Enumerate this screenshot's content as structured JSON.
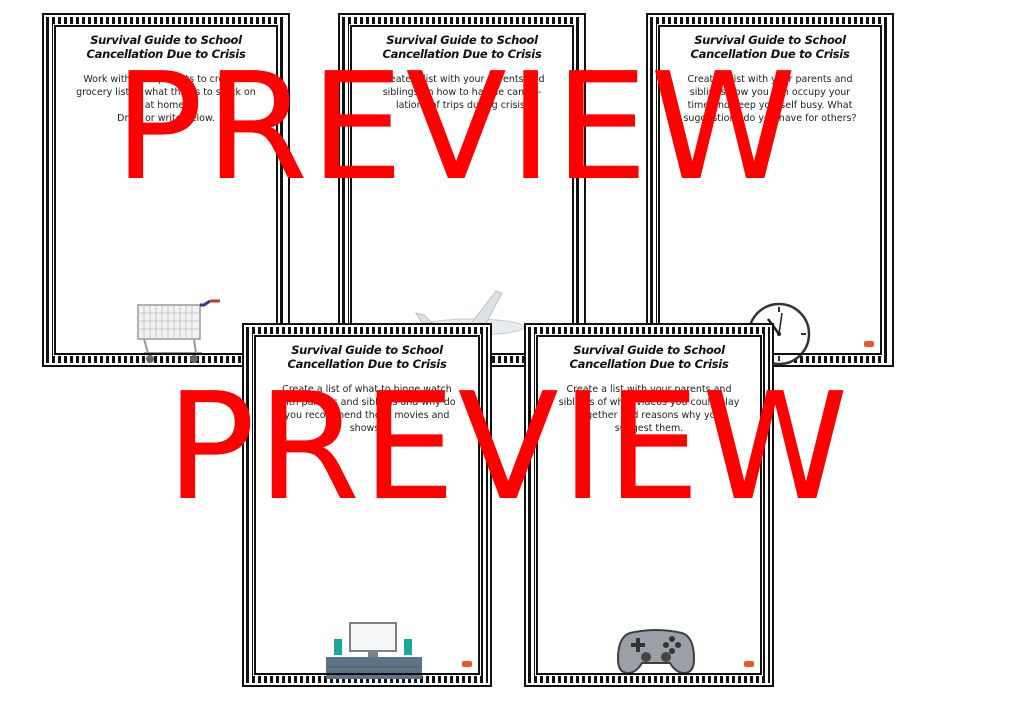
{
  "cards": [
    {
      "title": "Survival Guide to School\nCancellation Due to Crisis",
      "prompt": "Work with your parents to create a\ngrocery list of what things to stock on\nat home.\nDraw or write below.",
      "illustration": "shopping-cart-icon"
    },
    {
      "title": "Survival Guide to School\nCancellation Due to Crisis",
      "prompt": "Create a list with your parents and\nsiblings on how to handle cancel-\nlations of trips during crisis.",
      "illustration": "airplane-icon"
    },
    {
      "title": "Survival Guide to School\nCancellation Due to Crisis",
      "prompt": "Create a list with your parents and\nsiblings how you can occupy your\ntime and keep yourself busy. What\nsuggestions do you have for others?",
      "illustration": "clock-icon"
    },
    {
      "title": "Survival Guide to School\nCancellation Due to Crisis",
      "prompt": "Create a list of what to binge watch\nwith parents and siblings and why do\nyou recommend these movies and\nshows?",
      "illustration": "tv-stand-icon"
    },
    {
      "title": "Survival Guide to School\nCancellation Due to Crisis",
      "prompt": "Create a list with your parents and\nsiblings of what videos you could play\ntogether and reasons why you\nsuggest them.",
      "illustration": "game-controller-icon"
    }
  ],
  "watermark": "PREVIEW",
  "colors": {
    "watermark": "#ff0000",
    "border": "#111111",
    "logo": "#e65a2b"
  }
}
